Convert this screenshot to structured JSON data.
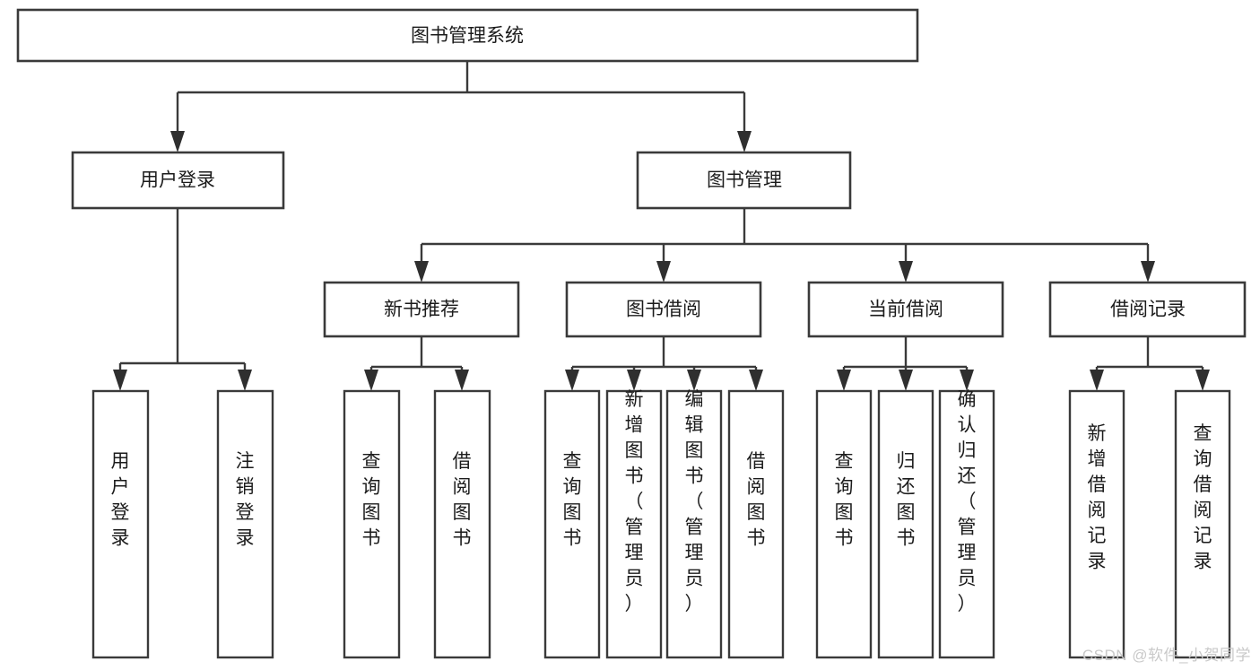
{
  "diagram": {
    "type": "tree-flowchart",
    "title": "图书管理系统",
    "watermark": "CSDN @软件_小贺同学",
    "style": {
      "box_fill": "#ffffff",
      "box_stroke": "#3a3a3a",
      "text_color": "#1b1b1b",
      "watermark_color": "#c9c9c9",
      "background": "#ffffff"
    },
    "root": {
      "label": "图书管理系统"
    },
    "level2": [
      {
        "label": "用户登录"
      },
      {
        "label": "图书管理"
      }
    ],
    "level3": [
      {
        "label": "新书推荐"
      },
      {
        "label": "图书借阅"
      },
      {
        "label": "当前借阅"
      },
      {
        "label": "借阅记录"
      }
    ],
    "leaves": {
      "user_login": [
        {
          "label": "用户登录"
        },
        {
          "label": "注销登录"
        }
      ],
      "new_book_recommend": [
        {
          "label": "查询图书"
        },
        {
          "label": "借阅图书"
        }
      ],
      "book_borrow": [
        {
          "label": "查询图书"
        },
        {
          "label": "新增图书（管理员）"
        },
        {
          "label": "编辑图书（管理员）"
        },
        {
          "label": "借阅图书"
        }
      ],
      "current_borrow": [
        {
          "label": "查询图书"
        },
        {
          "label": "归还图书"
        },
        {
          "label": "确认归还（管理员）"
        }
      ],
      "borrow_record": [
        {
          "label": "新增借阅记录"
        },
        {
          "label": "查询借阅记录"
        }
      ]
    }
  }
}
